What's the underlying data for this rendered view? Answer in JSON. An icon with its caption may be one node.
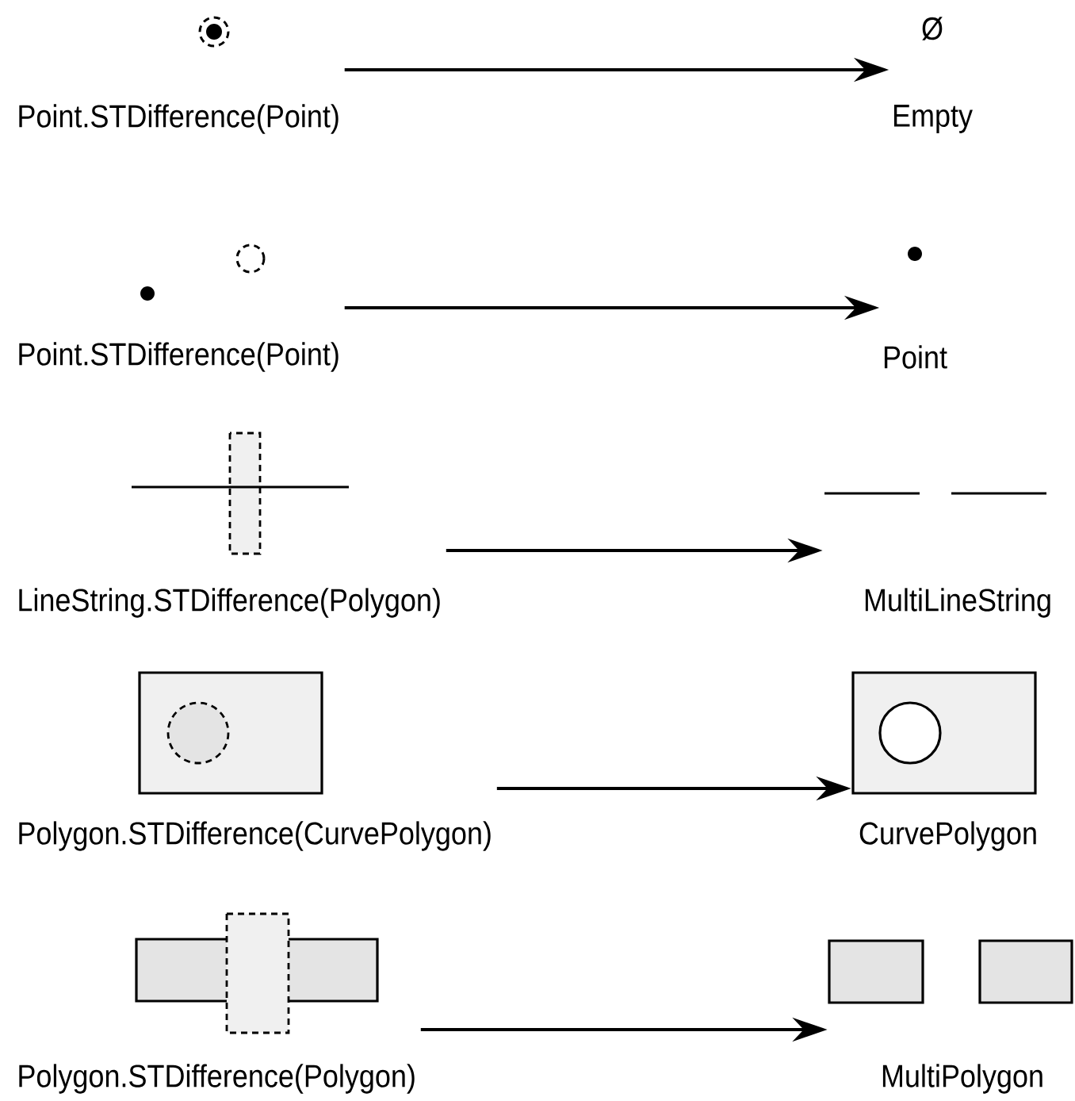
{
  "diagram": {
    "nodes": [
      {
        "text": [
          "Point.STDifference(Point)"
        ]
      },
      {
        "text": [
          "Ø",
          "Empty"
        ]
      },
      {
        "text": [
          "Point.STDifference(Point)"
        ]
      },
      {
        "text": [
          "Point"
        ]
      },
      {
        "text": [
          "LineString.STDifference(Polygon)"
        ]
      },
      {
        "text": [
          "MultiLineString"
        ]
      },
      {
        "text": [
          "Polygon.STDifference(CurvePolygon)"
        ]
      },
      {
        "text": [
          "CurvePolygon"
        ]
      },
      {
        "text": [
          "Polygon.STDifference(Polygon)"
        ]
      },
      {
        "text": [
          "MultiPolygon"
        ]
      }
    ],
    "edges": [
      {
        "from": 0,
        "to": 1,
        "arrow": "to"
      },
      {
        "from": 2,
        "to": 3,
        "arrow": "to"
      },
      {
        "from": 4,
        "to": 5,
        "arrow": "to"
      },
      {
        "from": 6,
        "to": 7,
        "arrow": "to"
      },
      {
        "from": 8,
        "to": 9,
        "arrow": "to"
      }
    ]
  }
}
